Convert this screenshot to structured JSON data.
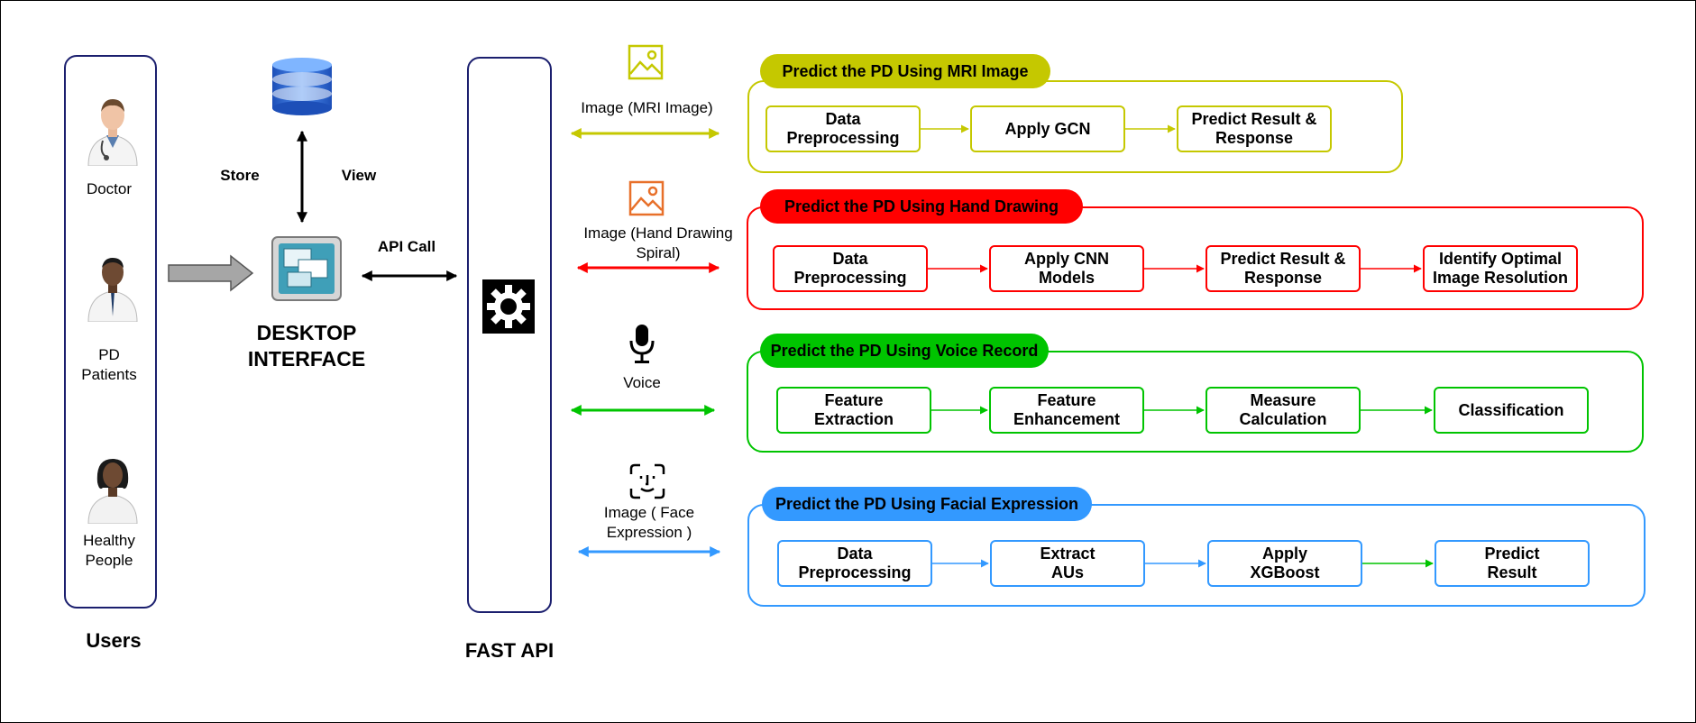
{
  "users": {
    "title": "Users",
    "doctor": "Doctor",
    "patients": "PD\nPatients",
    "healthy": "Healthy\nPeople"
  },
  "desktop": {
    "store": "Store",
    "view": "View",
    "title": "DESKTOP\nINTERFACE",
    "api_call": "API Call"
  },
  "api": {
    "title": "FAST API"
  },
  "inputs": {
    "mri": "Image (MRI Image)",
    "hand": "Image (Hand Drawing\nSpiral)",
    "voice": "Voice",
    "face": "Image ( Face\nExpression )"
  },
  "pipelines": {
    "mri": {
      "title": "Predict the PD Using MRI Image",
      "color": "#c5c800",
      "steps": [
        "Data\nPreprocessing",
        "Apply GCN",
        "Predict Result &\nResponse"
      ]
    },
    "hand": {
      "title": "Predict the PD Using Hand Drawing",
      "color": "#ff0000",
      "steps": [
        "Data\nPreprocessing",
        "Apply CNN\nModels",
        "Predict Result &\nResponse",
        "Identify Optimal\nImage Resolution"
      ]
    },
    "voice": {
      "title": "Predict the PD Using Voice Record",
      "color": "#00c400",
      "steps": [
        "Feature\nExtraction",
        "Feature\nEnhancement",
        "Measure\nCalculation",
        "Classification"
      ]
    },
    "face": {
      "title": "Predict the PD Using Facial Expression",
      "color": "#3399ff",
      "steps": [
        "Data\nPreprocessing",
        "Extract\nAUs",
        "Apply\nXGBoost",
        "Predict\nResult"
      ]
    }
  },
  "icons": {
    "doctor": "doctor-icon",
    "patient": "patient-icon",
    "healthy": "healthy-person-icon",
    "database": "database-icon",
    "desktop": "desktop-app-icon",
    "gear": "gear-icon",
    "image": "image-icon",
    "microphone": "microphone-icon",
    "face": "face-scan-icon"
  }
}
